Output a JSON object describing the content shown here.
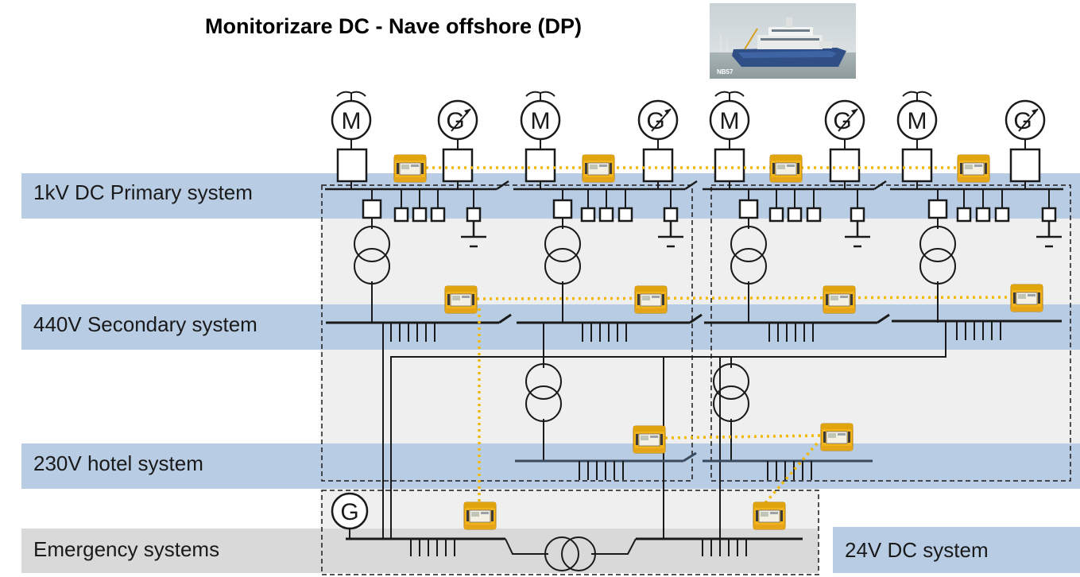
{
  "title": "Monitorizare DC - Nave offshore (DP)",
  "ship_photo": {
    "caption": "NB57"
  },
  "systems": [
    {
      "id": "primary",
      "label": "1kV DC Primary system"
    },
    {
      "id": "secondary",
      "label": "440V Secondary system"
    },
    {
      "id": "hotel",
      "label": "230V hotel system"
    },
    {
      "id": "emergency",
      "label": "Emergency systems"
    },
    {
      "id": "dc24",
      "label": "24V DC system"
    }
  ],
  "symbols": {
    "motor": "M",
    "generator": "G"
  },
  "colors": {
    "band_blue": "#b8cce4",
    "band_light": "#efefef",
    "band_grey": "#d9d9d9",
    "monitor_link": "#f5b800",
    "device_body": "#f2b31b",
    "line": "#1a1a1a",
    "hotel_bus": "#3a4a5c"
  }
}
